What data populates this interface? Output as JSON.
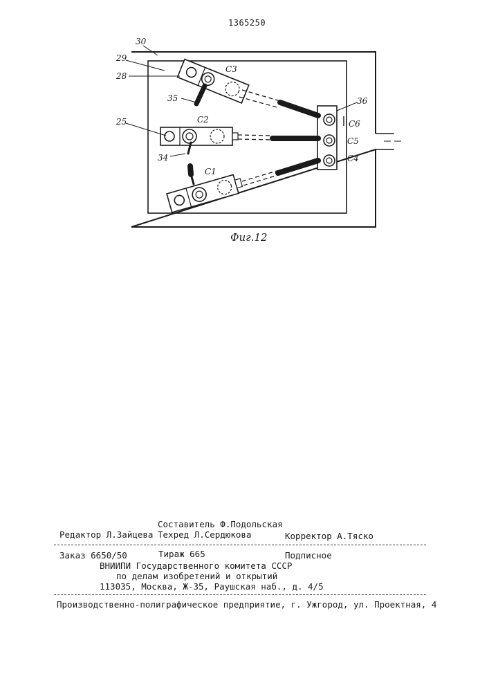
{
  "header": {
    "document_number": "1365250"
  },
  "figure": {
    "caption": "Фиг.12",
    "labels": {
      "l30": "30",
      "l29": "29",
      "l28": "28",
      "l35": "35",
      "l25": "25",
      "l34": "34",
      "l36": "36",
      "c1": "C1",
      "c2": "C2",
      "c3": "C3",
      "c4": "C4",
      "c5": "C5",
      "c6": "C6"
    }
  },
  "imprint": {
    "compiler": "Составитель Ф.Подольская",
    "editor": "Редактор Л.Зайцева",
    "techred": "Техред Л.Сердюкова",
    "corrector": "Корректор А.Тяско",
    "order": "Заказ 6650/50",
    "circulation": "Тираж 665",
    "subscription": "Подписное",
    "org_line1": "ВНИИПИ Государственного комитета СССР",
    "org_line2": "по делам изобретений и открытий",
    "address": "113035, Москва, Ж-35, Раушская наб., д. 4/5",
    "printer": "Производственно-полиграфическое предприятие, г. Ужгород, ул. Проектная, 4"
  }
}
